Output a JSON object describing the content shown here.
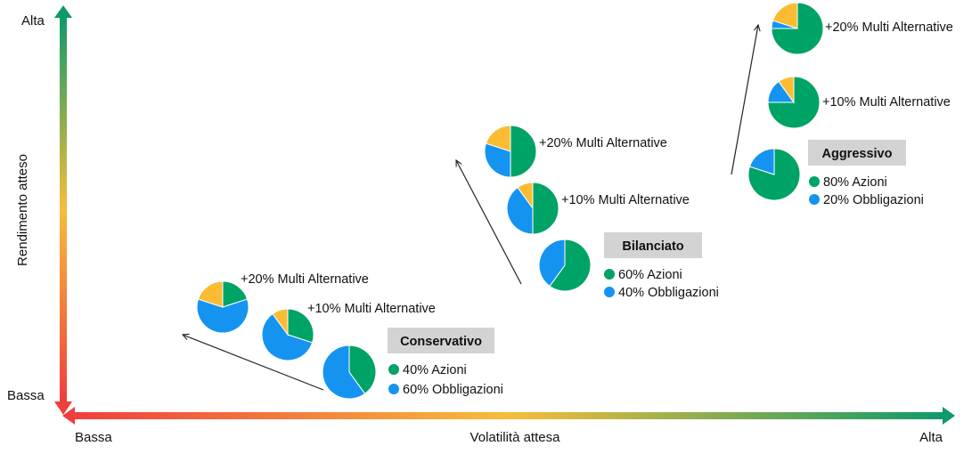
{
  "axes": {
    "y_title": "Rendimento atteso",
    "y_high": "Alta",
    "y_low": "Bassa",
    "x_title": "Volatilità attesa",
    "x_low": "Bassa",
    "x_high": "Alta"
  },
  "colors": {
    "azioni": "#00a366",
    "obbligazioni": "#1494f0",
    "multi_alternative": "#fbbc34",
    "category_box": "#d3d3d3",
    "gradient_low": "#ef3e3e",
    "gradient_mid": "#f7bd3a",
    "gradient_high": "#0e9a6a"
  },
  "profiles": [
    {
      "name": "Conservativo",
      "legend": {
        "azioni": "40% Azioni",
        "obbligazioni": "60% Obbligazioni"
      },
      "variants": [
        {
          "label": "",
          "azioni": 40,
          "obbligazioni": 60,
          "multi_alternative": 0
        },
        {
          "label": "+10% Multi Alternative",
          "azioni": 30,
          "obbligazioni": 60,
          "multi_alternative": 10
        },
        {
          "label": "+20% Multi Alternative",
          "azioni": 20,
          "obbligazioni": 60,
          "multi_alternative": 20
        }
      ]
    },
    {
      "name": "Bilanciato",
      "legend": {
        "azioni": "60% Azioni",
        "obbligazioni": "40% Obbligazioni"
      },
      "variants": [
        {
          "label": "",
          "azioni": 60,
          "obbligazioni": 40,
          "multi_alternative": 0
        },
        {
          "label": "+10% Multi Alternative",
          "azioni": 50,
          "obbligazioni": 40,
          "multi_alternative": 10
        },
        {
          "label": "+20% Multi Alternative",
          "azioni": 50,
          "obbligazioni": 30,
          "multi_alternative": 20
        }
      ]
    },
    {
      "name": "Aggressivo",
      "legend": {
        "azioni": "80% Azioni",
        "obbligazioni": "20% Obbligazioni"
      },
      "variants": [
        {
          "label": "",
          "azioni": 80,
          "obbligazioni": 20,
          "multi_alternative": 0
        },
        {
          "label": "+10% Multi Alternative",
          "azioni": 75,
          "obbligazioni": 15,
          "multi_alternative": 10
        },
        {
          "label": "+20% Multi Alternative",
          "azioni": 75,
          "obbligazioni": 5,
          "multi_alternative": 20
        }
      ]
    }
  ]
}
